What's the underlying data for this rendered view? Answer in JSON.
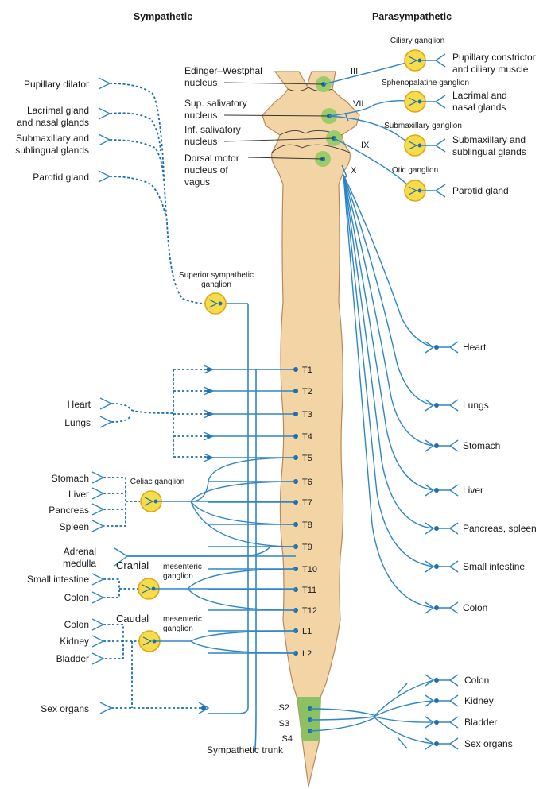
{
  "headers": {
    "sympathetic": "Sympathetic",
    "parasympathetic": "Parasympathetic"
  },
  "nuclei": {
    "edinger": [
      "Edinger–Westphal",
      "nucleus"
    ],
    "sup": [
      "Sup. salivatory",
      "nucleus"
    ],
    "inf": [
      "Inf. salivatory",
      "nucleus"
    ],
    "dorsal": [
      "Dorsal motor",
      "nucleus of",
      "vagus"
    ]
  },
  "cranial_nerves": [
    "III",
    "VII",
    "IX",
    "X"
  ],
  "para_ganglia": [
    {
      "name": "Ciliary ganglion",
      "target": [
        "Pupillary constrictor",
        "and ciliary muscle"
      ]
    },
    {
      "name": "Sphenopalatine ganglion",
      "target": [
        "Lacrimal and",
        "nasal glands"
      ]
    },
    {
      "name": "Submaxillary ganglion",
      "target": [
        "Submaxillary and",
        "sublingual glands"
      ]
    },
    {
      "name": "Otic ganglion",
      "target": [
        "Parotid gland"
      ]
    }
  ],
  "vagal_targets": [
    "Heart",
    "Lungs",
    "Stomach",
    "Liver",
    "Pancreas, spleen",
    "Small intestine",
    "Colon"
  ],
  "sacral_targets": [
    "Colon",
    "Kidney",
    "Bladder",
    "Sex organs"
  ],
  "sacral_segments": [
    "S2",
    "S3",
    "S4"
  ],
  "thoracolumbar_segments": [
    "T1",
    "T2",
    "T3",
    "T4",
    "T5",
    "T6",
    "T7",
    "T8",
    "T9",
    "T10",
    "T11",
    "T12",
    "L1",
    "L2"
  ],
  "symp_head_targets": [
    [
      "Pupillary dilator"
    ],
    [
      "Lacrimal gland",
      "and nasal glands"
    ],
    [
      "Submaxillary and",
      "sublingual glands"
    ],
    [
      "Parotid gland"
    ]
  ],
  "superior_ganglion": [
    "Superior sympathetic",
    "ganglion"
  ],
  "symp_thorax_targets": [
    "Heart",
    "Lungs"
  ],
  "celiac": {
    "name": "Celiac ganglion",
    "targets": [
      "Stomach",
      "Liver",
      "Pancreas",
      "Spleen"
    ]
  },
  "adrenal": [
    "Adrenal",
    "medulla"
  ],
  "cranial_mesenteric": {
    "overlay": "Cranial",
    "name": [
      "mesenteric",
      "ganglion"
    ],
    "targets": [
      "Small intestine",
      "Colon"
    ]
  },
  "caudal_mesenteric": {
    "overlay": "Caudal",
    "name": [
      "mesenteric",
      "ganglion"
    ],
    "targets": [
      "Colon",
      "Kidney",
      "Bladder"
    ]
  },
  "sex_organs": "Sex organs",
  "trunk_label": "Sympathetic trunk",
  "colors": {
    "nerve": "#2f86c6",
    "ganglion_fill": "#f6db4a",
    "ganglion_stroke": "#e0a818",
    "nucleus": "#9ccb6a",
    "cord": "#f3d4a5"
  }
}
